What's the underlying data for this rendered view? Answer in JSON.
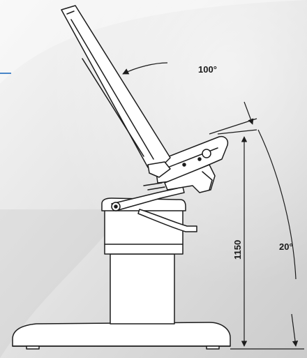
{
  "dimensions": {
    "backrest_angle": "100°",
    "height": "1150",
    "tilt_angle": "20°"
  },
  "colors": {
    "accent_line": "#4a86c8",
    "outline": "#1c1c1c",
    "background_light": "#f4f4f4",
    "background_dark": "#cfcfcf"
  }
}
